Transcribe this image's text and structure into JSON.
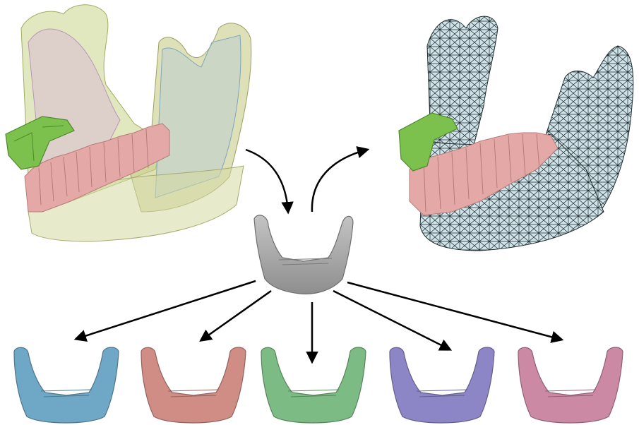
{
  "diagram": {
    "inputs": [
      {
        "id": "overlay-ensemble",
        "kind": "superimposed-mandibles",
        "colors": [
          "#c9d58a",
          "#d9b8d6",
          "#a9c7d9",
          "#e8c9a8"
        ]
      },
      {
        "id": "template-mandible",
        "kind": "mean-shape",
        "color": "#a9a9a9"
      },
      {
        "id": "wireframe-fit",
        "kind": "mesh-fitted-mandible",
        "mesh_color": "#1e2a2e",
        "fill_color": "#c7dde3"
      }
    ],
    "teeth_color": "#e4a9a6",
    "implant_color": "#7cc04e",
    "outputs": [
      {
        "id": "variant-1",
        "color": "#6fa8c6"
      },
      {
        "id": "variant-2",
        "color": "#cf8d86"
      },
      {
        "id": "variant-3",
        "color": "#7dbb84"
      },
      {
        "id": "variant-4",
        "color": "#8d86c6"
      },
      {
        "id": "variant-5",
        "color": "#cc89a4"
      }
    ],
    "arrow_color": "#000000"
  }
}
